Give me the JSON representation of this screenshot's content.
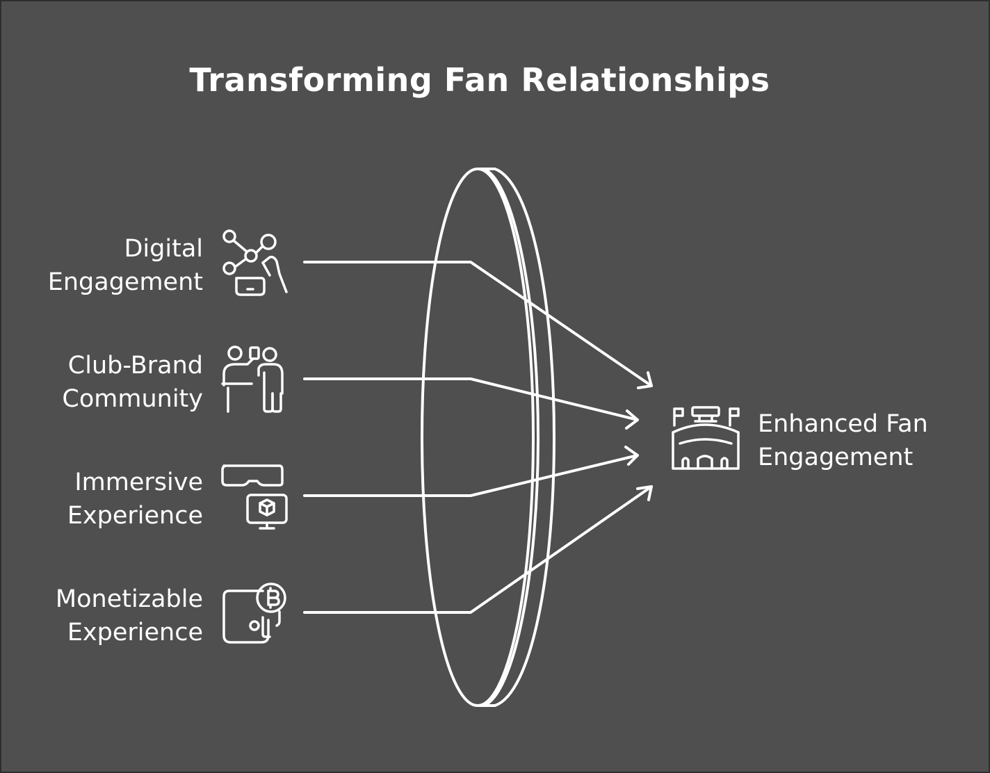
{
  "title": "Transforming Fan Relationships",
  "inputs": [
    {
      "line1": "Digital",
      "line2": "Engagement",
      "icon": "network-hand-icon"
    },
    {
      "line1": "Club-Brand",
      "line2": "Community",
      "icon": "presentation-people-icon"
    },
    {
      "line1": "Immersive",
      "line2": "Experience",
      "icon": "vr-headset-monitor-icon"
    },
    {
      "line1": "Monetizable",
      "line2": "Experience",
      "icon": "wallet-bitcoin-icon"
    }
  ],
  "output": {
    "line1": "Enhanced Fan",
    "line2": "Engagement",
    "icon": "stadium-icon"
  },
  "colors": {
    "background": "#4f4f4f",
    "stroke": "#ffffff"
  }
}
